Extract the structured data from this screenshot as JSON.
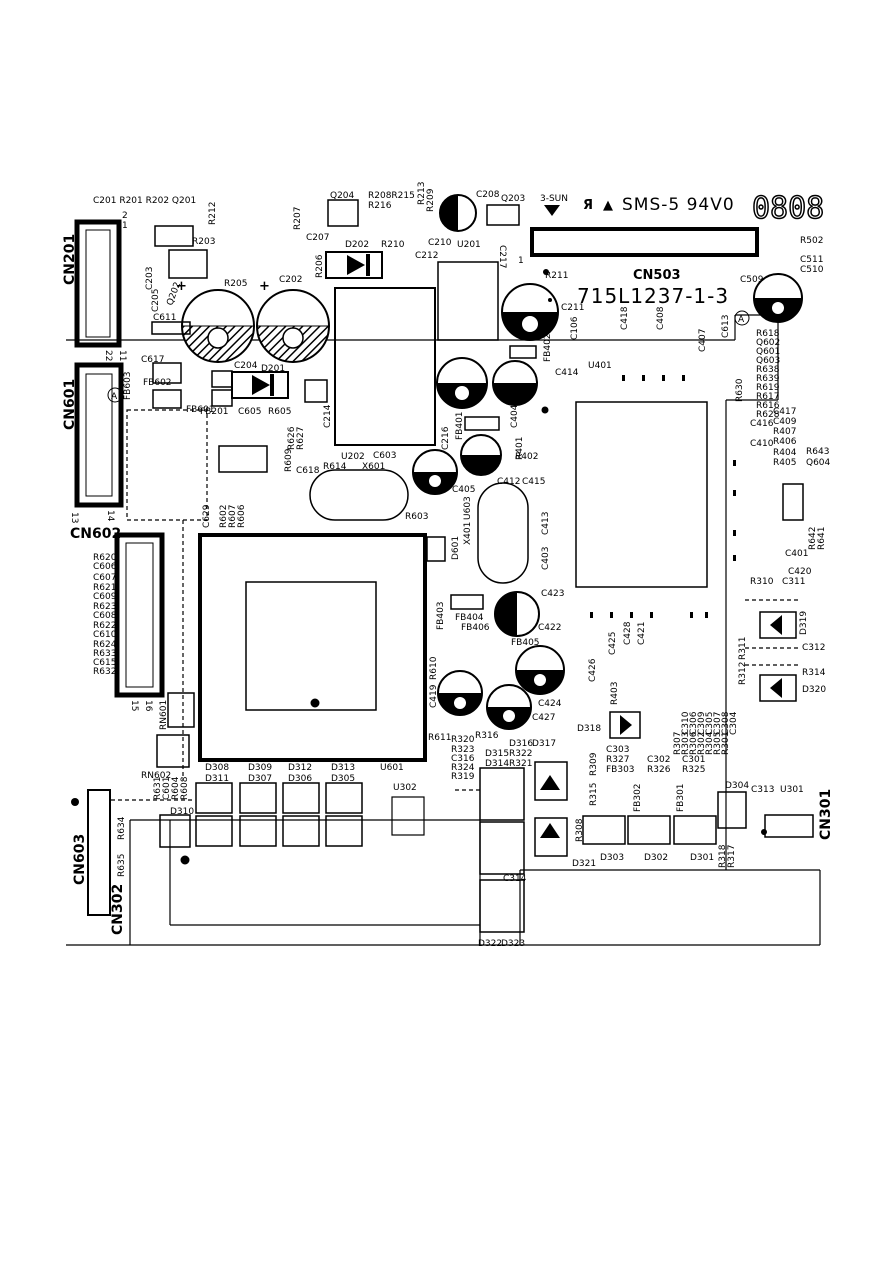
{
  "board": {
    "brand": "3-SUN",
    "ul_mark": "Я",
    "warning_mark": "▲",
    "spec": "SMS-5 94V0",
    "date_code": "0808",
    "part_number": "715L1237-1-3",
    "circle_mark": "A"
  },
  "connectors": {
    "cn201": "CN201",
    "cn601": "CN601",
    "cn602": "CN602",
    "cn603": "CN603",
    "cn302": "CN302",
    "cn301": "CN301",
    "cn503": "CN503"
  },
  "pins": {
    "cn201_a": "2",
    "cn201_b": "1",
    "cn201_c": "11",
    "cn201_d": "22",
    "cn601_a": "14",
    "cn601_b": "13",
    "cn602_a": "15",
    "cn602_b": "16",
    "cn503_a": "1"
  },
  "ics": {
    "u201": "U201",
    "u202": "U202",
    "u401": "U401",
    "u601": "U601",
    "u603": "U603",
    "u302": "U302",
    "u301": "U301",
    "x601": "X601",
    "x401": "X401"
  },
  "labels_top": {
    "l1": "C201 R201 R202 Q201",
    "l2": "R212",
    "l3": "R203",
    "l4": "C203",
    "l5": "C205",
    "l6": "Q202",
    "l7": "C611",
    "l8": "R205",
    "l9": "C202",
    "l10": "Q204",
    "l11": "R207",
    "l12": "C207",
    "l13": "R208R215",
    "l14": "R216",
    "l15": "R213",
    "l16": "R209",
    "l17": "C208",
    "l18": "Q203",
    "l19": "C210",
    "l20": "C217",
    "l21": "D202",
    "l22": "R210",
    "l23": "R206",
    "l24": "C212",
    "l25": "R211",
    "l26": "C211",
    "l27": "C106",
    "l28": "C418",
    "l29": "C408",
    "l30": "C407",
    "l31": "R502",
    "l32": "C511",
    "l33": "C510",
    "l34": "C509",
    "l35": "C613"
  },
  "labels_mid": {
    "m1": "C617",
    "m2": "FB603",
    "m3": "FB602",
    "m4": "FB601",
    "m5": "C204",
    "m6": "D201",
    "m7": "FB201",
    "m8": "C605",
    "m9": "R605",
    "m10": "C214",
    "m11": "R627",
    "m12": "R626",
    "m13": "R614",
    "m14": "U202",
    "m15": "C603",
    "m16": "C216",
    "m17": "FB401",
    "m18": "C404",
    "m19": "FB402",
    "m20": "C414",
    "m21": "R609",
    "m22": "C618",
    "m23": "R602",
    "m24": "R607",
    "m25": "R606",
    "m26": "C629",
    "m27": "R603",
    "m28": "D601",
    "m29": "C405",
    "m30": "R401",
    "m31": "R402",
    "m32": "C412",
    "m33": "C415",
    "m34": "C413",
    "m35": "C403",
    "m36": "C423",
    "m37": "C422",
    "m38": "FB403",
    "m39": "FB404",
    "m40": "FB406",
    "m41": "FB405",
    "m42": "C424",
    "m43": "C427",
    "m44": "C419",
    "m45": "R610",
    "m46": "R611",
    "m47": "R316",
    "m48": "C426",
    "m49": "C425",
    "m50": "C428",
    "m51": "C421",
    "m52": "R403",
    "m53": "Q602",
    "m54": "Q601",
    "m55": "Q603",
    "m56": "R618",
    "m57": "R638",
    "m58": "R639",
    "m59": "R619",
    "m60": "R617",
    "m61": "R616",
    "m62": "R628",
    "m63": "R630",
    "m64": "C416",
    "m65": "C417",
    "m66": "C409",
    "m67": "R407",
    "m68": "C410",
    "m69": "R406",
    "m70": "R404",
    "m71": "R405",
    "m72": "R643",
    "m73": "Q604",
    "m74": "R642",
    "m75": "R641",
    "m76": "C401",
    "m77": "C420",
    "m78": "C311",
    "m79": "R310",
    "m80": "D319",
    "m81": "C312",
    "m82": "R311",
    "m83": "R312",
    "m84": "R314",
    "m85": "D320"
  },
  "labels_left": {
    "r620": "R620",
    "c606": "C606",
    "c607": "C607",
    "r621": "R621",
    "c609": "C609",
    "r623": "R623",
    "c608": "C608",
    "r622": "R622",
    "c610": "C610",
    "r624": "R624",
    "r633": "R633",
    "c615": "C615",
    "r632": "R632",
    "rn601": "RN601",
    "rn602": "RN602",
    "r631": "R631",
    "c601": "C601",
    "r604": "R604",
    "r608": "R608",
    "r634": "R634",
    "r635": "R635"
  },
  "labels_bottom": {
    "b1": "D308",
    "b2": "D311",
    "b3": "D309",
    "b4": "D307",
    "b5": "D312",
    "b6": "D306",
    "b7": "D313",
    "b8": "D305",
    "b9": "D310",
    "b10": "U601",
    "b11": "R320",
    "b12": "R323",
    "b13": "C316",
    "b14": "R324",
    "b15": "R319",
    "b16": "D315",
    "b17": "D314",
    "b18": "D316",
    "b19": "R322",
    "b20": "R321",
    "b21": "D317",
    "b22": "D318",
    "b23": "R309",
    "b24": "R315",
    "b25": "R308",
    "b26": "D321",
    "b27": "C303",
    "b28": "R327",
    "b29": "FB303",
    "b30": "D303",
    "b31": "C302",
    "b32": "R326",
    "b33": "FB302",
    "b34": "D302",
    "b35": "C301",
    "b36": "R325",
    "b37": "FB301",
    "b38": "D301",
    "b39": "R307",
    "b40": "R303",
    "b41": "R306",
    "b42": "R302",
    "b43": "R304",
    "b44": "R305",
    "b45": "R301",
    "b46": "C310",
    "b47": "C306",
    "b48": "C309",
    "b49": "C305",
    "b50": "C307",
    "b51": "C308",
    "b52": "C304",
    "b53": "D304",
    "b54": "C313",
    "b55": "R318",
    "b56": "R317",
    "b57": "C314",
    "b58": "D322",
    "b59": "D323"
  }
}
